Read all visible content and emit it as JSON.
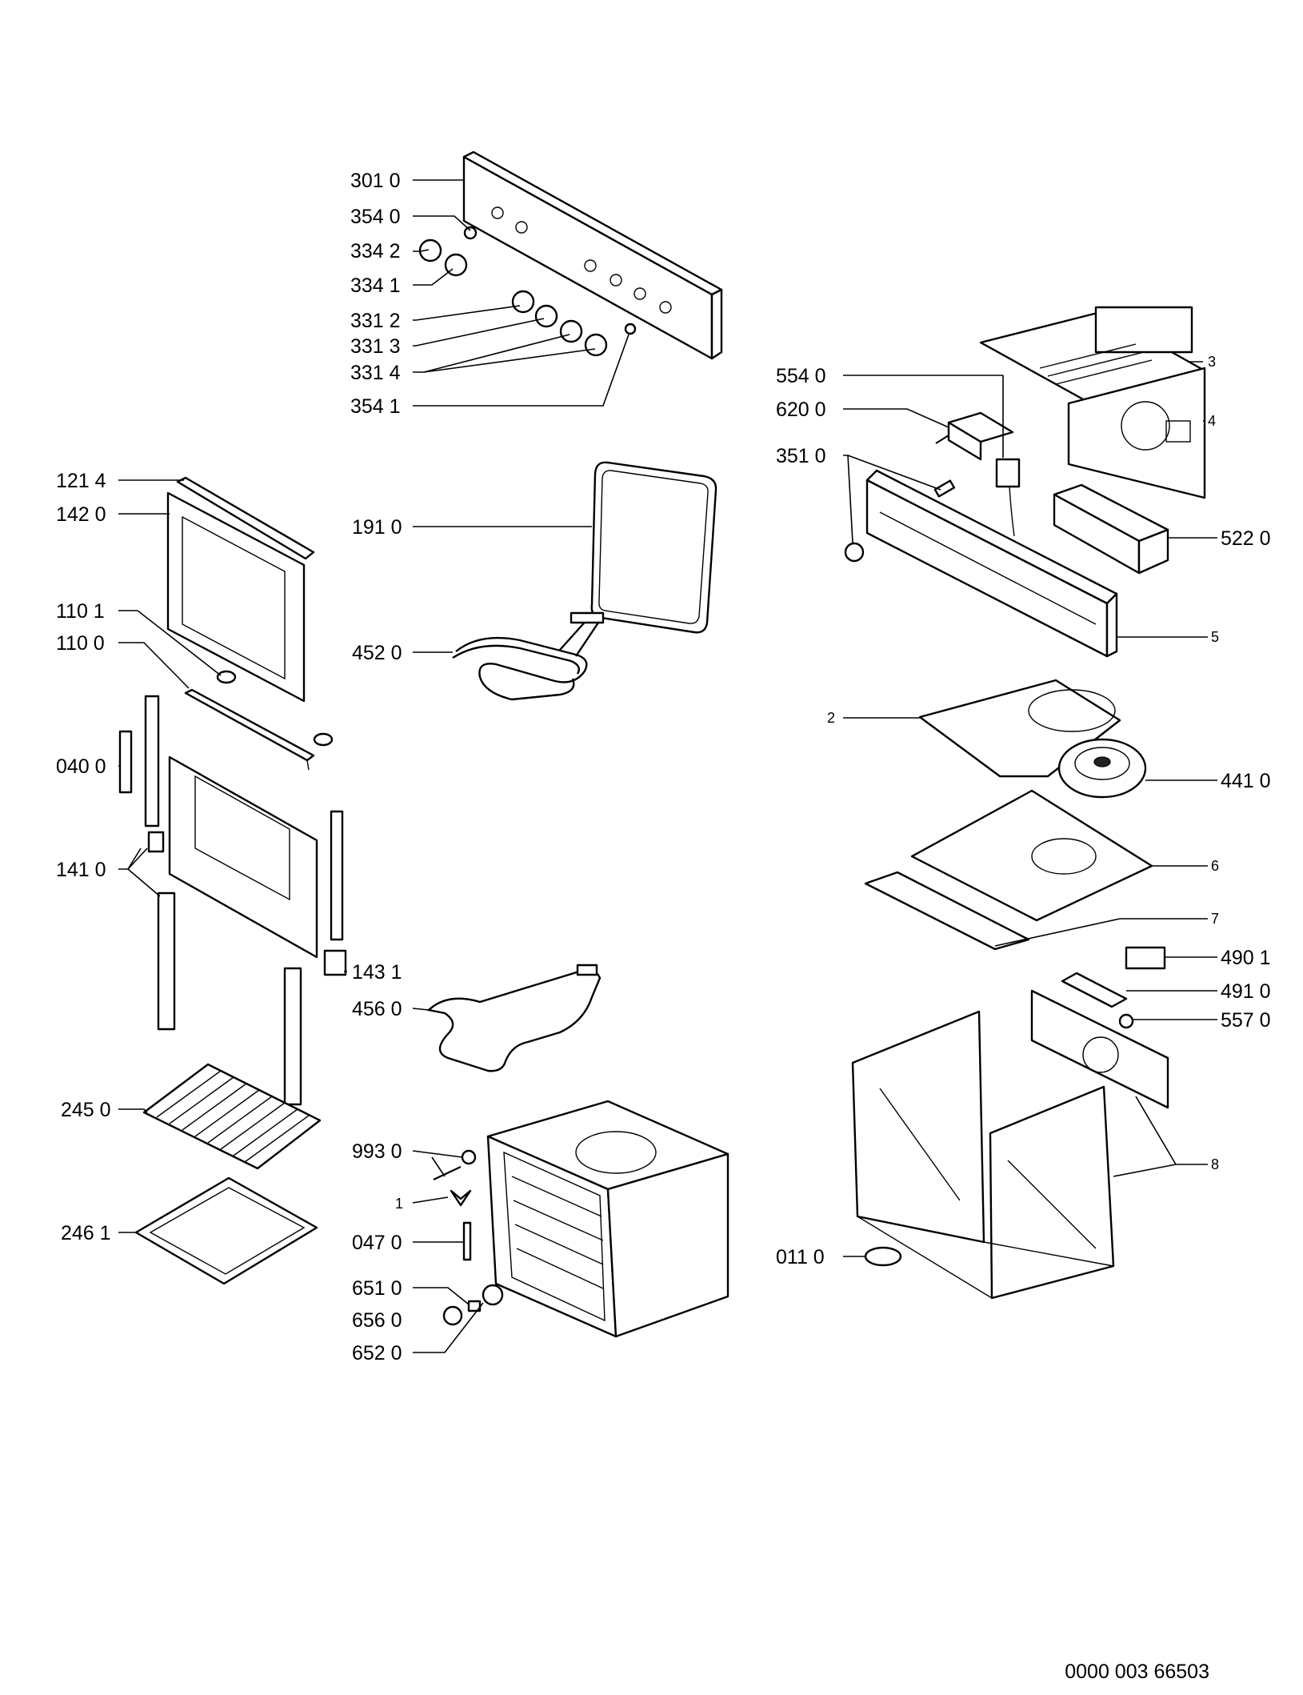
{
  "diagram": {
    "title": "",
    "document_number": "0000 003 66503",
    "callouts": [
      {
        "id": "c3010",
        "label": "301 0"
      },
      {
        "id": "c3540",
        "label": "354 0"
      },
      {
        "id": "c3342",
        "label": "334 2"
      },
      {
        "id": "c3341",
        "label": "334 1"
      },
      {
        "id": "c3312",
        "label": "331 2"
      },
      {
        "id": "c3313",
        "label": "331 3"
      },
      {
        "id": "c3314",
        "label": "331 4"
      },
      {
        "id": "c3541",
        "label": "354 1"
      },
      {
        "id": "c1214",
        "label": "121 4"
      },
      {
        "id": "c1420",
        "label": "142 0"
      },
      {
        "id": "c1101",
        "label": "110 1"
      },
      {
        "id": "c1100",
        "label": "110 0"
      },
      {
        "id": "c0400",
        "label": "040 0"
      },
      {
        "id": "c1410",
        "label": "141 0"
      },
      {
        "id": "c1431",
        "label": "143 1"
      },
      {
        "id": "c2450",
        "label": "245 0"
      },
      {
        "id": "c2461",
        "label": "246 1"
      },
      {
        "id": "c1910",
        "label": "191 0"
      },
      {
        "id": "c4520",
        "label": "452 0"
      },
      {
        "id": "c4560",
        "label": "456 0"
      },
      {
        "id": "c9930",
        "label": "993 0"
      },
      {
        "id": "c1",
        "label": "1"
      },
      {
        "id": "c0470",
        "label": "047 0"
      },
      {
        "id": "c6510",
        "label": "651 0"
      },
      {
        "id": "c6560",
        "label": "656 0"
      },
      {
        "id": "c6520",
        "label": "652 0"
      },
      {
        "id": "c5540",
        "label": "554 0"
      },
      {
        "id": "c6200",
        "label": "620 0"
      },
      {
        "id": "c3510",
        "label": "351 0"
      },
      {
        "id": "c3",
        "label": "3"
      },
      {
        "id": "c4",
        "label": "4"
      },
      {
        "id": "c5220",
        "label": "522 0"
      },
      {
        "id": "c5",
        "label": "5"
      },
      {
        "id": "c2",
        "label": "2"
      },
      {
        "id": "c4410",
        "label": "441 0"
      },
      {
        "id": "c6",
        "label": "6"
      },
      {
        "id": "c7",
        "label": "7"
      },
      {
        "id": "c4901",
        "label": "490 1"
      },
      {
        "id": "c4910",
        "label": "491 0"
      },
      {
        "id": "c5570",
        "label": "557 0"
      },
      {
        "id": "c8",
        "label": "8"
      },
      {
        "id": "c0110",
        "label": "011 0"
      }
    ]
  }
}
